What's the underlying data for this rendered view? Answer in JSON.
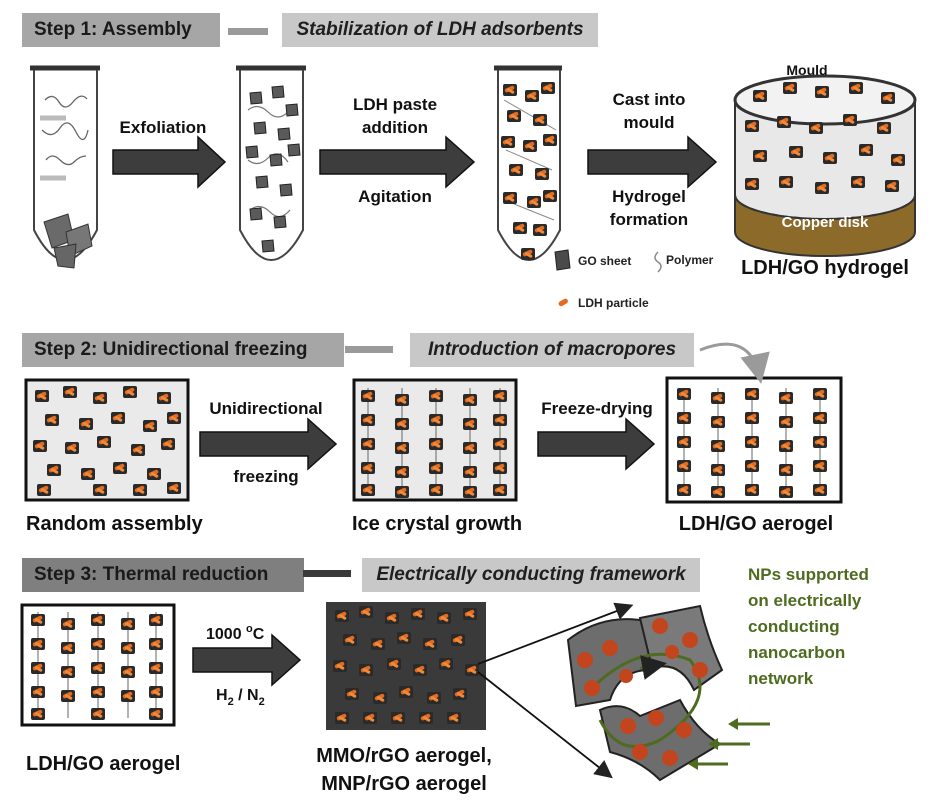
{
  "step1": {
    "title": "Step 1: Assembly",
    "subtitle": "Stabilization of LDH adsorbents",
    "labels": {
      "exfoliation": "Exfoliation",
      "ldh_paste_line1": "LDH paste",
      "ldh_paste_line2": "addition",
      "agitation": "Agitation",
      "cast_line1": "Cast into",
      "cast_line2": "mould",
      "hydrogel_line1": "Hydrogel",
      "hydrogel_line2": "formation",
      "mould": "Mould",
      "copper_disk": "Copper disk",
      "ldh_go_hydrogel": "LDH/GO hydrogel"
    },
    "legend": {
      "go_sheet": "GO sheet",
      "polymer": "Polymer",
      "ldh_particle": "LDH particle"
    }
  },
  "step2": {
    "title": "Step 2: Unidirectional freezing",
    "subtitle": "Introduction of macropores",
    "labels": {
      "unidirectional": "Unidirectional",
      "freezing": "freezing",
      "freeze_drying": "Freeze-drying",
      "random_assembly": "Random assembly",
      "ice_crystal_growth": "Ice crystal growth",
      "ldh_go_aerogel": "LDH/GO aerogel"
    }
  },
  "step3": {
    "title": "Step 3: Thermal reduction",
    "subtitle": "Electrically conducting framework",
    "labels": {
      "temp_value": "1000 ",
      "temp_sup": "o",
      "temp_unit": "C",
      "h2_main": "H",
      "h2_sub": "2",
      "slash": " / N",
      "n2_sub": "2",
      "ldh_go_aerogel": "LDH/GO aerogel",
      "product_line1": "MMO/rGO aerogel,",
      "product_line2": "MNP/rGO aerogel",
      "np_line1": "NPs supported",
      "np_line2": "on electrically",
      "np_line3": "conducting",
      "np_line4": "nanocarbon",
      "np_line5": "network"
    }
  },
  "colors": {
    "arrow_fill": "#3d3d3d",
    "ldh_orange": "#e36c1e",
    "go_sheet": "#4a4a4a",
    "copper": "#8b6a2a",
    "np_green": "#4e6b1f",
    "particle_red": "#c2451e"
  }
}
